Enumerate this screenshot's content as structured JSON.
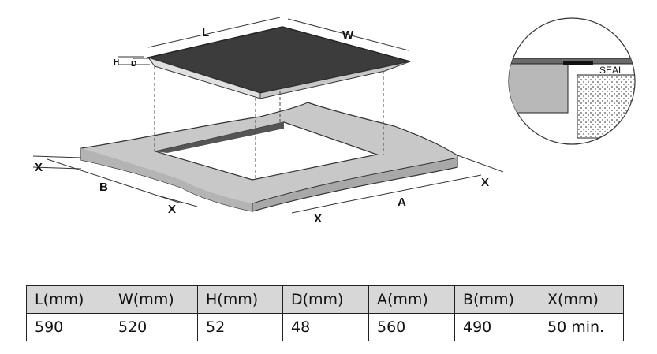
{
  "diagram": {
    "labels": {
      "L": "L",
      "W": "W",
      "H": "H",
      "D": "D",
      "A": "A",
      "B": "B",
      "X": "X",
      "seal": "SEAL"
    },
    "colors": {
      "hob_top": "#3c3c3c",
      "worktop": "#c8c8c8",
      "seal_strip": "#111111"
    }
  },
  "table": {
    "headers": [
      "L(mm)",
      "W(mm)",
      "H(mm)",
      "D(mm)",
      "A(mm)",
      "B(mm)",
      "X(mm)"
    ],
    "values": [
      "590",
      "520",
      "52",
      "48",
      "560",
      "490",
      "50 min."
    ]
  }
}
